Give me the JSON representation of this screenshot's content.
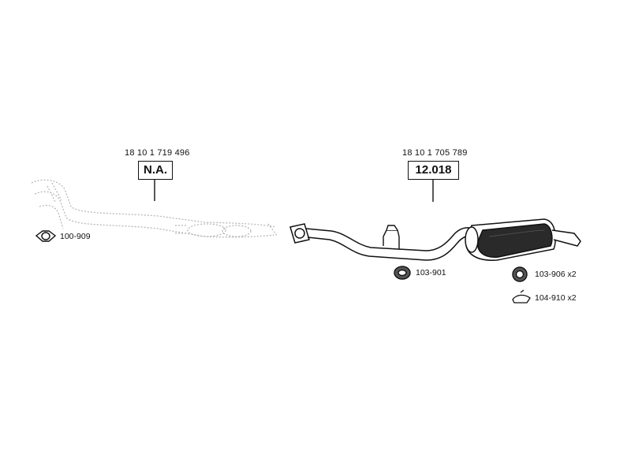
{
  "front_section": {
    "oem_number": "18 10 1 719 496",
    "part_label": "N.A.",
    "accessory": {
      "code": "100-909"
    }
  },
  "rear_section": {
    "oem_number": "18 10 1 705 789",
    "part_label": "12.018",
    "accessories": [
      {
        "code": "103-901"
      },
      {
        "code": "103-906 x2"
      },
      {
        "code": "104-910 x2"
      }
    ]
  }
}
